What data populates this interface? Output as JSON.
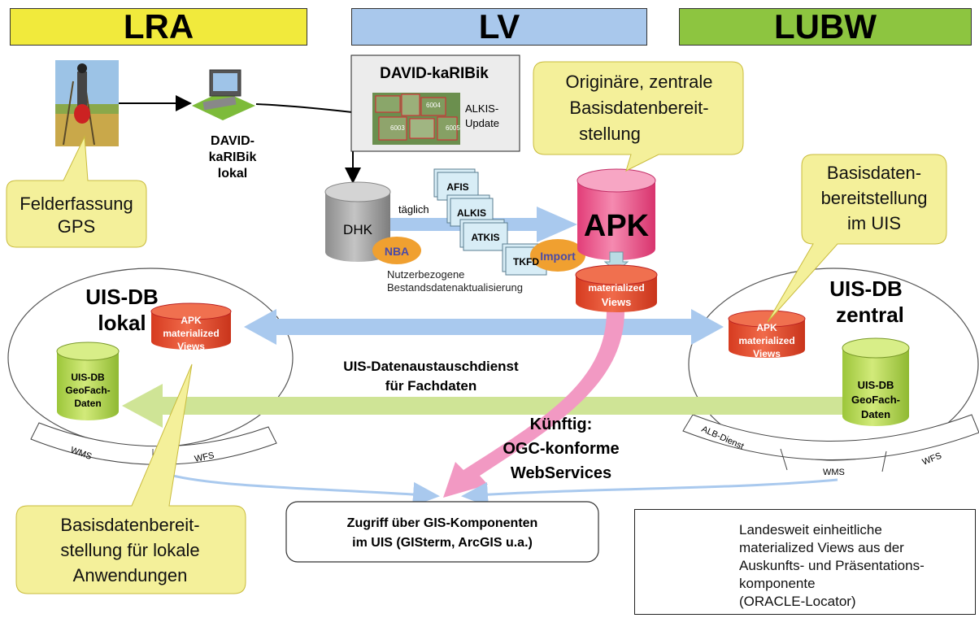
{
  "headers": {
    "lra": "LRA",
    "lv": "LV",
    "lubw": "LUBW"
  },
  "colors": {
    "lra_header": "#f1ea3c",
    "lv_header": "#a9c8ec",
    "lubw_header": "#8dc540",
    "callout_fill": "#f4f09a",
    "callout_stroke": "#c9bb3c",
    "apk_cylinder": "#f0548c",
    "views_red": "#e8442a",
    "dhk_gray": "#a5a5a5",
    "geofach_green": "#b9dc4e",
    "blue_arrow": "#a9c9ee",
    "green_arrow": "#cfe496",
    "pink_arrow": "#f299c3",
    "orange_ellipse": "#f0a030"
  },
  "callouts": {
    "felderfassung": [
      "Felderfassung",
      "GPS"
    ],
    "originaere": [
      "Originäre, zentrale",
      "Basisdatenbereit-",
      "stellung"
    ],
    "uis_bereit": [
      "Basisdaten-",
      "bereitstellung",
      "im UIS"
    ],
    "lokal_bereit": [
      "Basisdatenbereit-",
      "stellung für lokale",
      "Anwendungen"
    ]
  },
  "david_local": [
    "DAVID-",
    "kaRIBik",
    "lokal"
  ],
  "david_box": {
    "title": "DAVID-kaRIBik",
    "alkis_update": [
      "ALKIS-",
      "Update"
    ]
  },
  "dhk": "DHK",
  "nba": "NBA",
  "nba_caption": [
    "Nutzerbezogene",
    "Bestandsdatenaktualisierung"
  ],
  "taeglich": "täglich",
  "stack_docs": [
    "AFIS",
    "ALKIS",
    "ATKIS",
    "TKFD"
  ],
  "import_label": "Import",
  "apk": "APK",
  "mat_views": [
    "materialized",
    "Views"
  ],
  "apk_mat_views": [
    "APK",
    "materialized",
    "Views"
  ],
  "uis_lokal": [
    "UIS-DB",
    "lokal"
  ],
  "uis_zentral": [
    "UIS-DB",
    "zentral"
  ],
  "geofach": [
    "UIS-DB",
    "GeoFach-",
    "Daten"
  ],
  "service_tabs_left": [
    "WMS",
    "WFS"
  ],
  "service_tabs_right": [
    "ALB-Dienst",
    "WMS",
    "WFS"
  ],
  "austausch": [
    "UIS-Datenaustauschdienst",
    "für Fachdaten"
  ],
  "kuenftig": [
    "Künftig:",
    "OGC-konforme",
    "WebServices"
  ],
  "zugriff": [
    "Zugriff über GIS-Komponenten",
    "im UIS (GISterm, ArcGIS u.a.)"
  ],
  "legend": {
    "icon_label": [
      "APK",
      "materialized",
      "Views"
    ],
    "text": [
      "Landesweit einheitliche",
      "materialized Views aus der",
      "Auskunfts- und Präsentations-",
      "komponente",
      "(ORACLE-Locator)"
    ]
  }
}
